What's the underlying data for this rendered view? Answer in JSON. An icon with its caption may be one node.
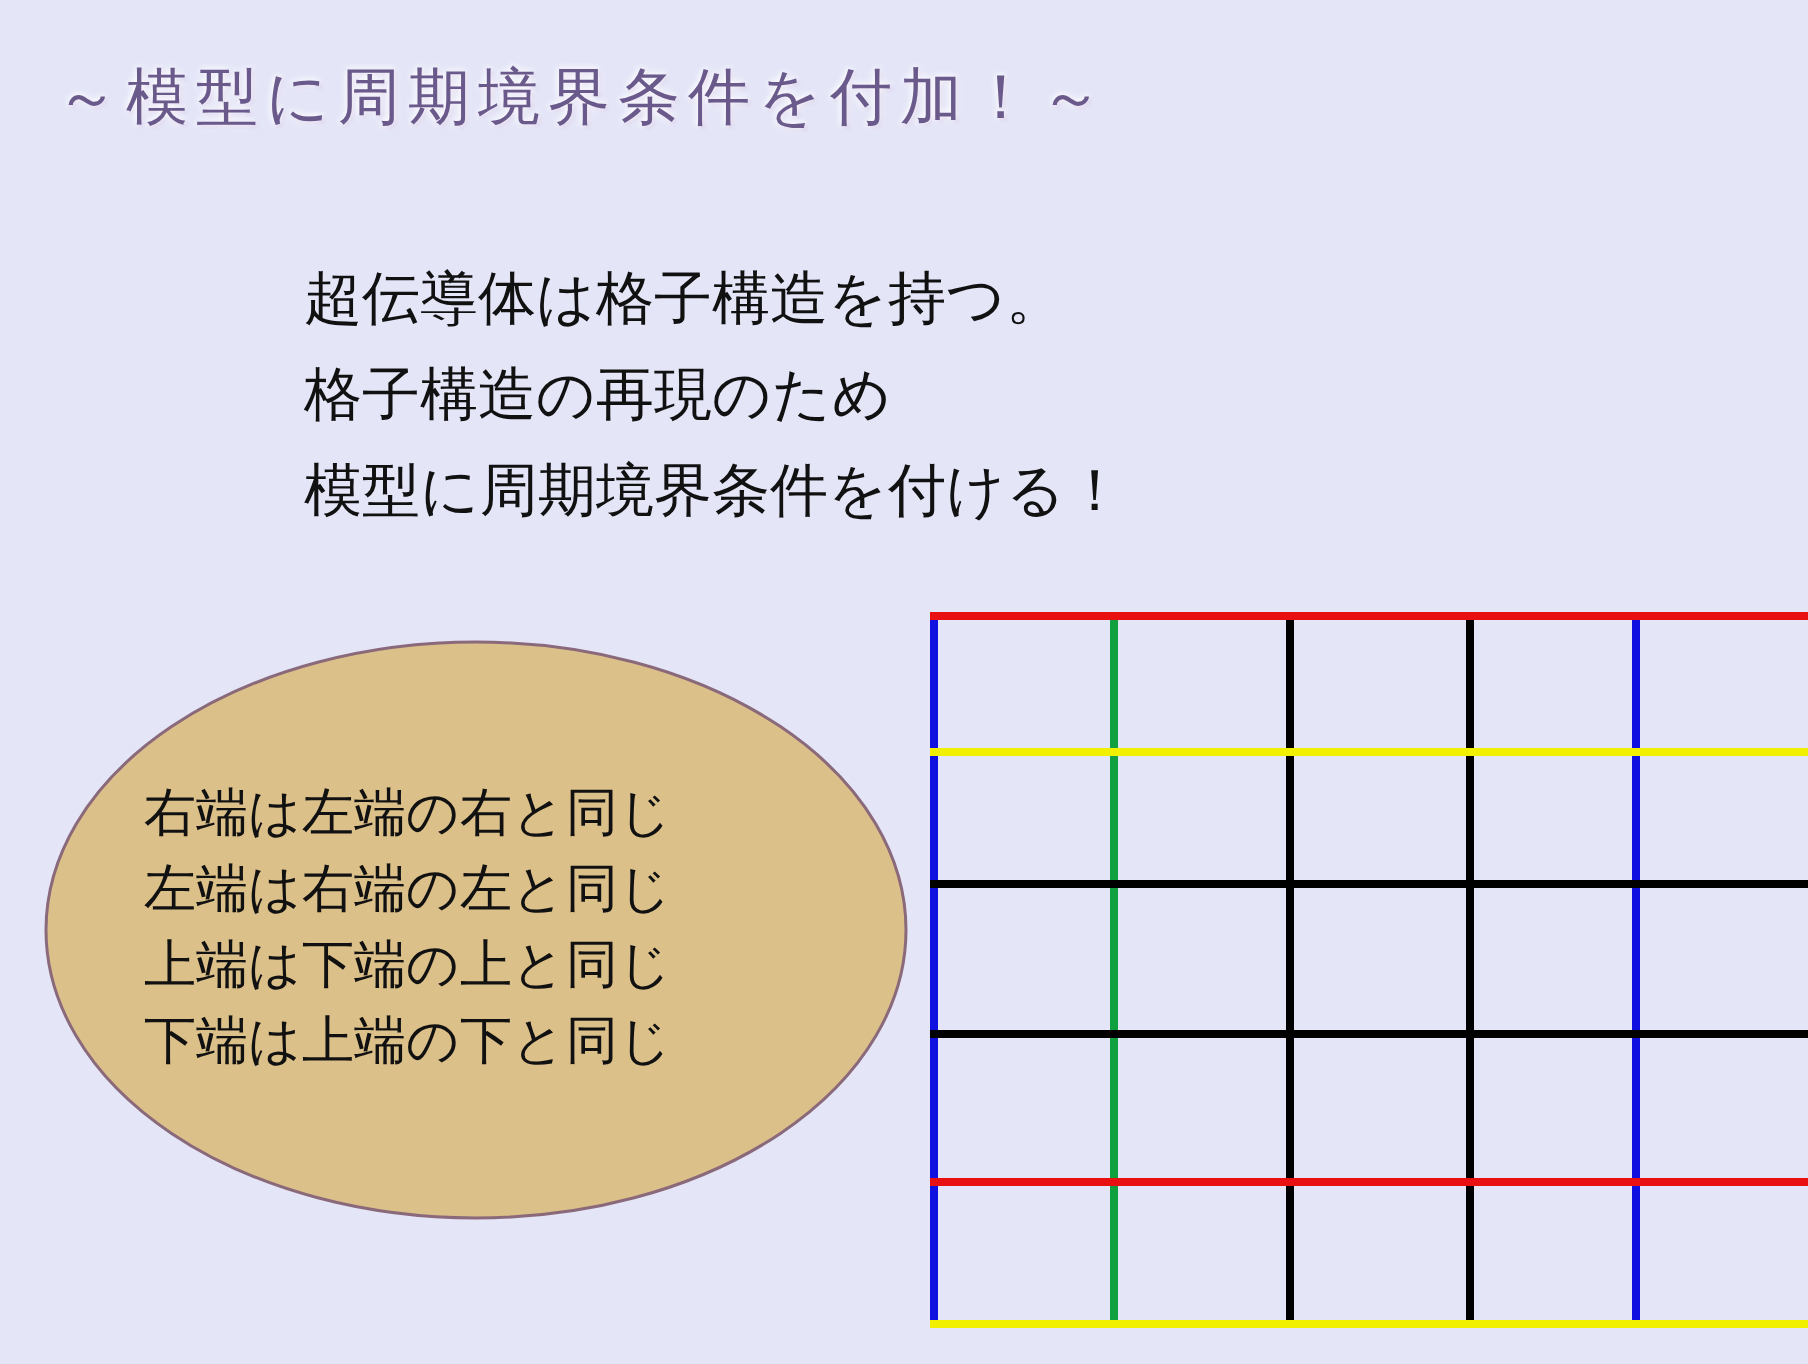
{
  "diagram": {
    "title": "～模型に周期境界条件を付加！～",
    "nodes": [
      {
        "text": [
          "右端は左端の右と同じ",
          "左端は右端の左と同じ",
          "上端は下端の上と同じ",
          "下端は上端の下と同じ"
        ]
      }
    ],
    "labels": [
      "超伝導体は格子構造を持つ。",
      "格子構造の再現のため",
      "模型に周期境界条件を付ける！"
    ]
  }
}
